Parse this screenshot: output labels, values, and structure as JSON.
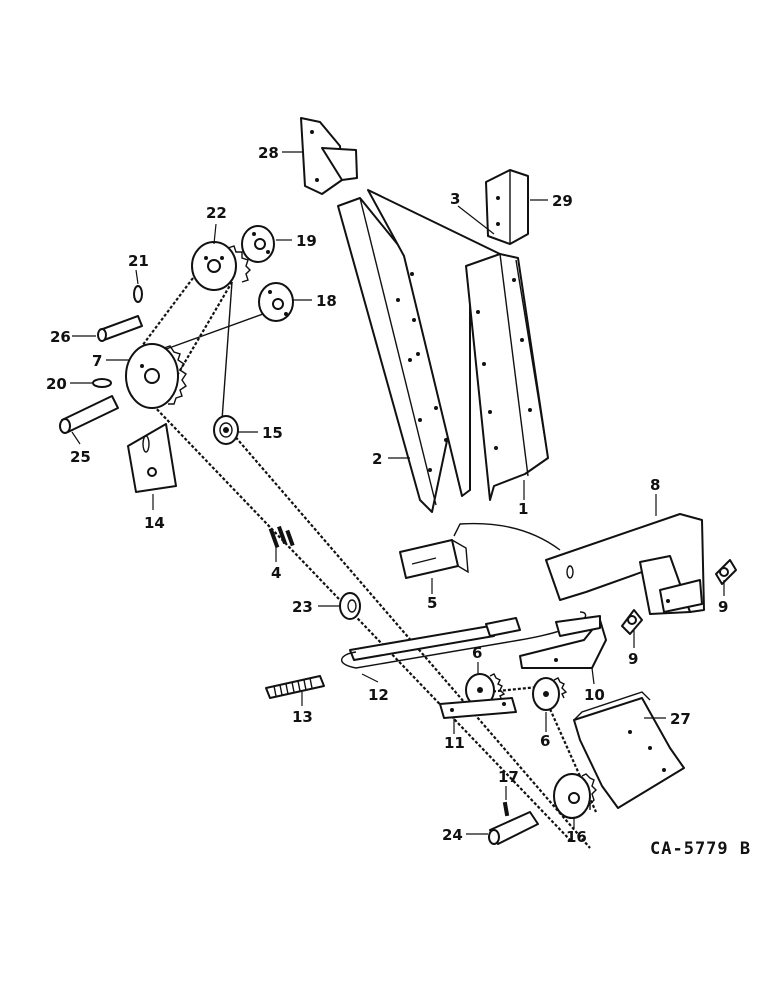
{
  "drawing_code": "CA-5779 B",
  "callouts": {
    "c1": "1",
    "c2": "2",
    "c3": "3",
    "c4": "4",
    "c5": "5",
    "c6a": "6",
    "c6b": "6",
    "c7": "7",
    "c8": "8",
    "c9a": "9",
    "c9b": "9",
    "c10": "10",
    "c11": "11",
    "c12": "12",
    "c13": "13",
    "c14": "14",
    "c15": "15",
    "c16": "16",
    "c17": "17",
    "c18": "18",
    "c19": "19",
    "c20": "20",
    "c21": "21",
    "c22": "22",
    "c23": "23",
    "c24": "24",
    "c25": "25",
    "c26": "26",
    "c27": "27",
    "c28": "28",
    "c29": "29"
  }
}
